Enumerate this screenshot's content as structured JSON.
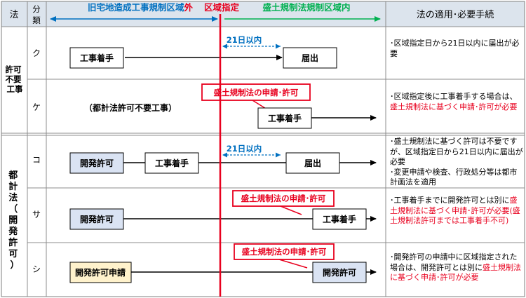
{
  "header": {
    "law": "法",
    "category_line1": "分",
    "category_line2": "類",
    "outside_zone": "旧宅地造成工事規制区域外",
    "outside_prefix": "旧宅地造成工事規制区域",
    "outside_suffix": "外",
    "designation": "区域指定",
    "inside_zone": "盛土規制法規制区域内",
    "procedure": "法の適用･必要手続"
  },
  "groups": [
    {
      "label_lines": [
        "許可",
        "不要",
        "工事"
      ]
    },
    {
      "label_vertical": [
        "都",
        "計",
        "法",
        "（",
        "開",
        "発",
        "許",
        "可",
        "）"
      ]
    }
  ],
  "rows": [
    {
      "code": "ク",
      "boxes": [
        "工事着手",
        "届出"
      ],
      "interval": "21日以内",
      "notes": [
        {
          "text": "･区域指定日から21日以内に届出が必要",
          "red": false
        }
      ]
    },
    {
      "code": "ケ",
      "label": "（都計法許可不要工事）",
      "callout": "盛土規制法の申請･許可",
      "boxes": [
        "工事着手"
      ],
      "notes": [
        {
          "text": "･区域指定後に工事着手する場合は、",
          "red": false
        },
        {
          "text": "盛土規制法に基づく申請･許可が必要",
          "red": true
        }
      ]
    },
    {
      "code": "コ",
      "boxes": [
        "開発許可",
        "工事着手",
        "届出"
      ],
      "interval": "21日以内",
      "notes": [
        {
          "text": "･盛土規制法に基づく許可は不要ですが、区域指定日から21日以内に届出が必要",
          "red": false
        },
        {
          "text": "･変更申請や検査、行政処分等は都市計画法を適用",
          "red": false
        }
      ]
    },
    {
      "code": "サ",
      "callout": "盛土規制法の申請･許可",
      "boxes": [
        "開発許可",
        "工事着手"
      ],
      "notes": [
        {
          "text": "･工事着手までに開発許可とは別に",
          "red": false
        },
        {
          "text": "盛土規制法に基づく申請･許可が必要(盛土規制法許可までは工事着手不可)",
          "red": true
        }
      ]
    },
    {
      "code": "シ",
      "callout": "盛土規制法の申請･許可",
      "boxes": [
        "開発許可申請",
        "開発許可"
      ],
      "notes": [
        {
          "text": "･開発許可の申請中に区域指定された場合は、開発許可とは別に",
          "red": false
        },
        {
          "text": "盛土規制法に基づく申請･許可が必要",
          "red": true
        }
      ]
    }
  ],
  "colors": {
    "blue": "#0070c0",
    "green": "#00b050",
    "red": "#e8001e",
    "header_bg": "#dce4ed",
    "box_blue": "#dae3f3",
    "box_yellow": "#fff2cc"
  }
}
